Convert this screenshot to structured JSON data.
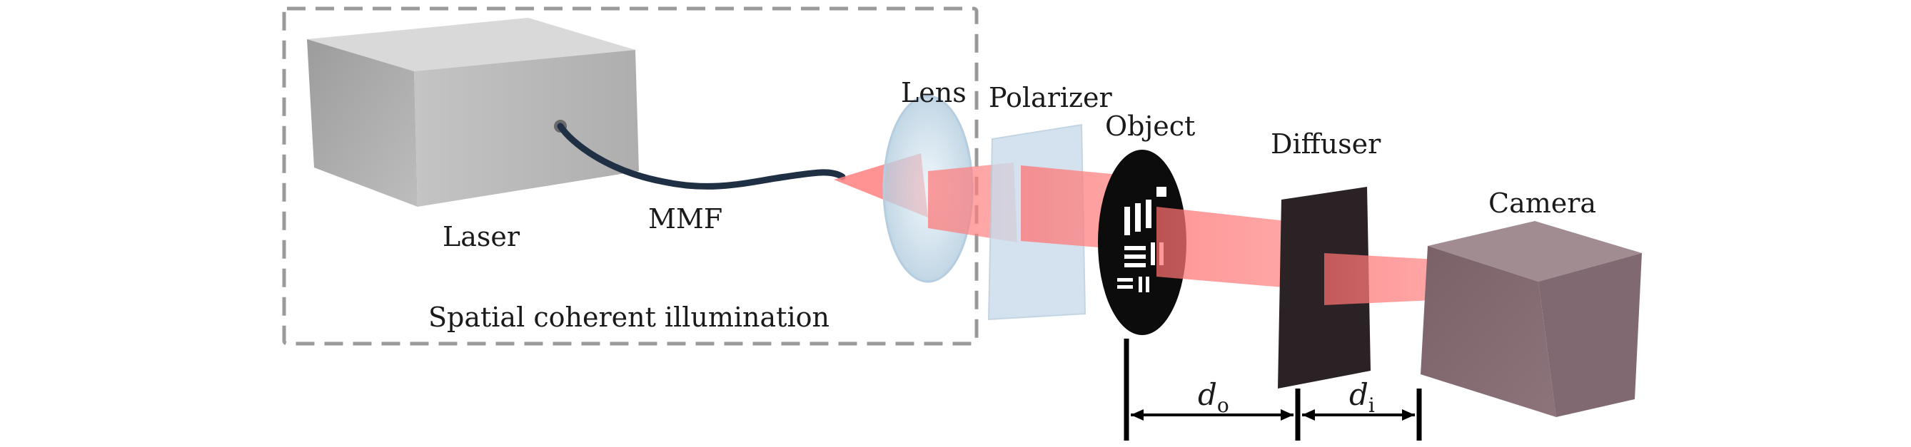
{
  "labels": {
    "laser": "Laser",
    "mmf": "MMF",
    "lens": "Lens",
    "polarizer": "Polarizer",
    "object": "Object",
    "diffuser": "Diffuser",
    "camera": "Camera",
    "illumination": "Spatial coherent illumination"
  },
  "distances": {
    "do_symbol": "d",
    "do_subscript": "o",
    "di_symbol": "d",
    "di_subscript": "i"
  },
  "colors": {
    "beam": "#ff7f7f",
    "laser_box": "#b7b7b7",
    "camera_box": "#8a6f76",
    "fiber": "#1f3045",
    "optic_glass": "#c9dcea",
    "diffuser": "#2b2225",
    "dashed_frame": "#9a9a9a"
  }
}
